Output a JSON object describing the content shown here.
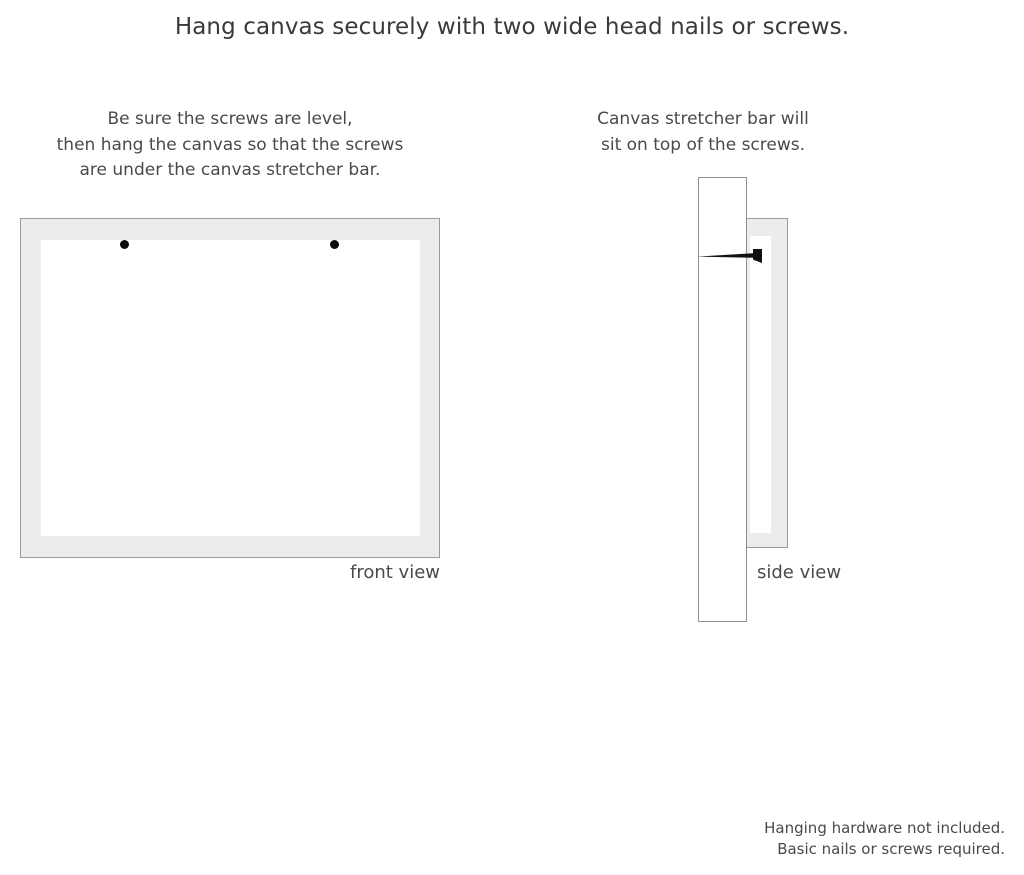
{
  "title": "Hang canvas securely with two wide head nails or screws.",
  "front_section": {
    "caption_lines": [
      "Be sure the screws are level,",
      "then hang the canvas so that the screws",
      "are under the canvas stretcher bar."
    ],
    "view_label": "front view",
    "screw_count": 2
  },
  "side_section": {
    "caption_lines": [
      "Canvas stretcher bar will",
      "sit on top of the screws."
    ],
    "view_label": "side view"
  },
  "disclaimer_lines": [
    "Hanging hardware not included.",
    "Basic nails or screws required."
  ],
  "colors": {
    "background": "#ffffff",
    "text": "#4a4a4a",
    "title_text": "#3a3a3a",
    "frame_fill": "#ececec",
    "frame_border": "#9a9a9a",
    "canvas_fill": "#ffffff",
    "screw_dot": "#0a0a0a",
    "screw_body": "#111111"
  },
  "icons": {
    "screw_head_dot": "screw-head-dot-icon",
    "screw_side_profile": "screw-side-profile-icon"
  }
}
